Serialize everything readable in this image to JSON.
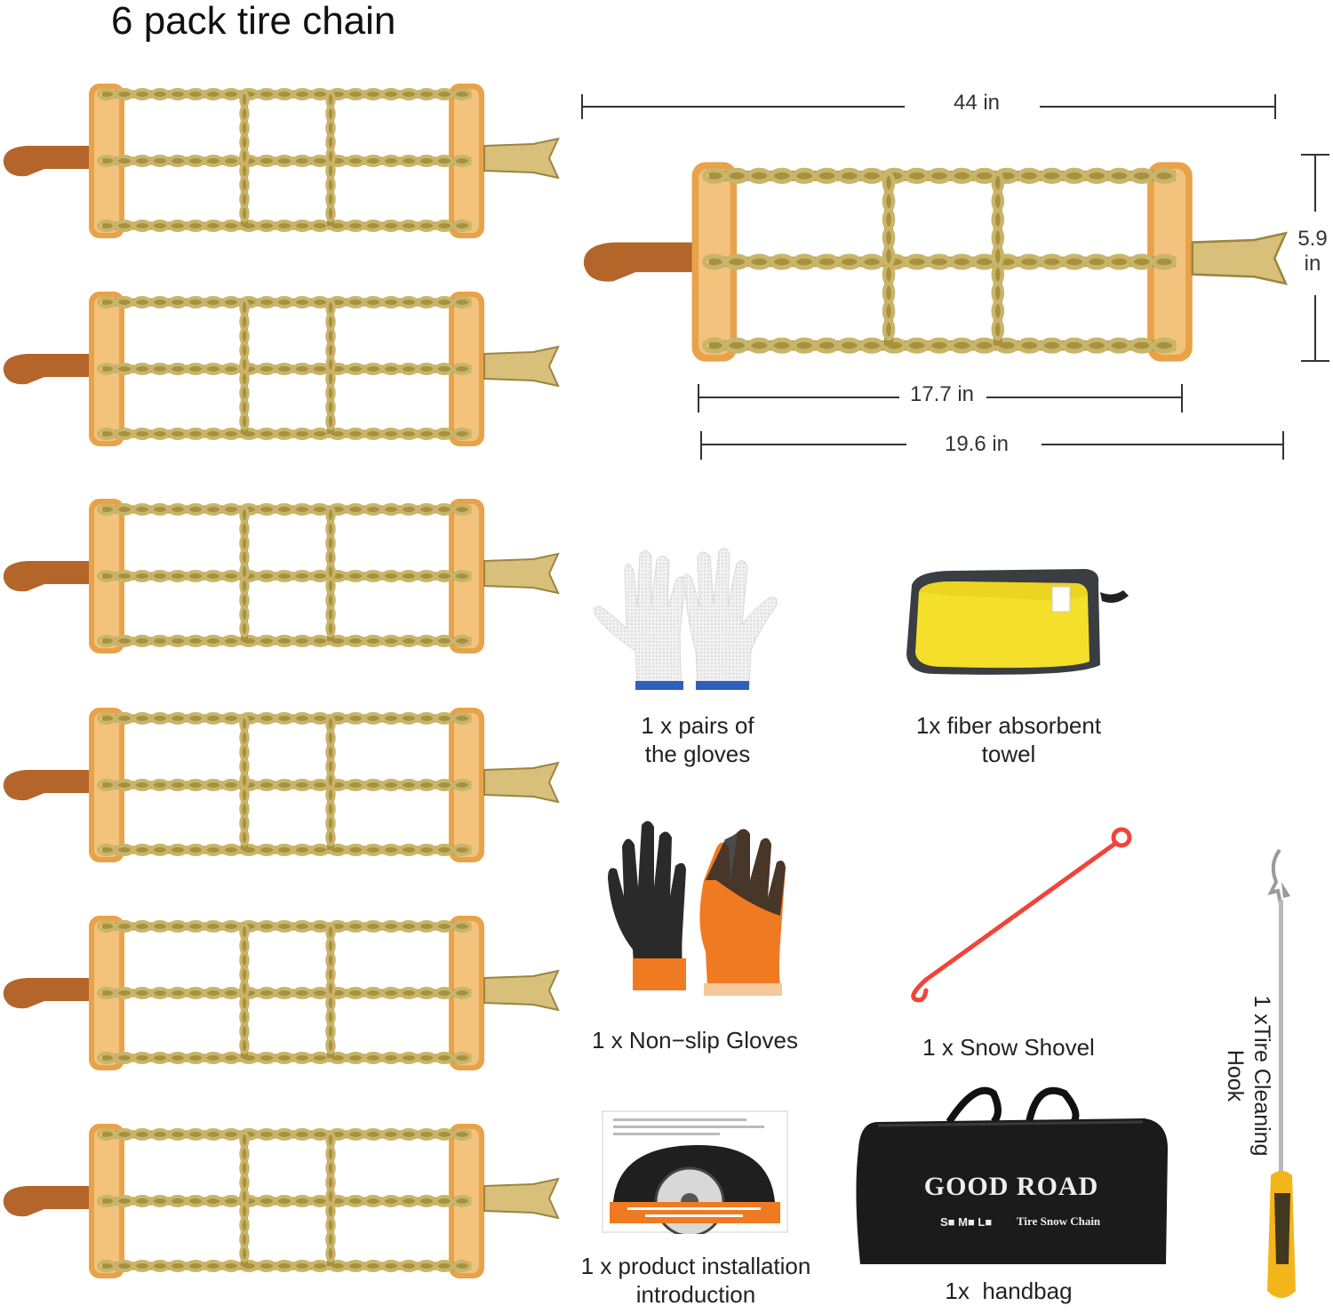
{
  "title": "6 pack tire chain",
  "dimensions": {
    "overall_length": "44 in",
    "height_num": "5.9",
    "height_unit": "in",
    "inner_length": "17.7 in",
    "outer_length": "19.6 in"
  },
  "items": {
    "gloves": [
      "1 x pairs of",
      "the gloves"
    ],
    "towel": [
      "1x fiber absorbent",
      "towel"
    ],
    "nonslip_gloves": "1 x Non−slip Gloves",
    "snow_shovel": "1 x Snow Shovel",
    "hook": [
      "1 xTire Cleaning",
      "Hook"
    ],
    "manual": [
      "1 x product installation",
      "introduction"
    ],
    "handbag": "1x  handbag"
  },
  "handbag_print": {
    "brand": "GOOD  ROAD",
    "sizes": "S■ M■ L■",
    "label": "Tire Snow Chain"
  },
  "colors": {
    "chain": "#c9b56a",
    "plate": "#e8a24a",
    "strap": "#b4652a",
    "towel": "#f4df2a",
    "shovel": "#f0443a",
    "glove_orange": "#f07a22"
  }
}
